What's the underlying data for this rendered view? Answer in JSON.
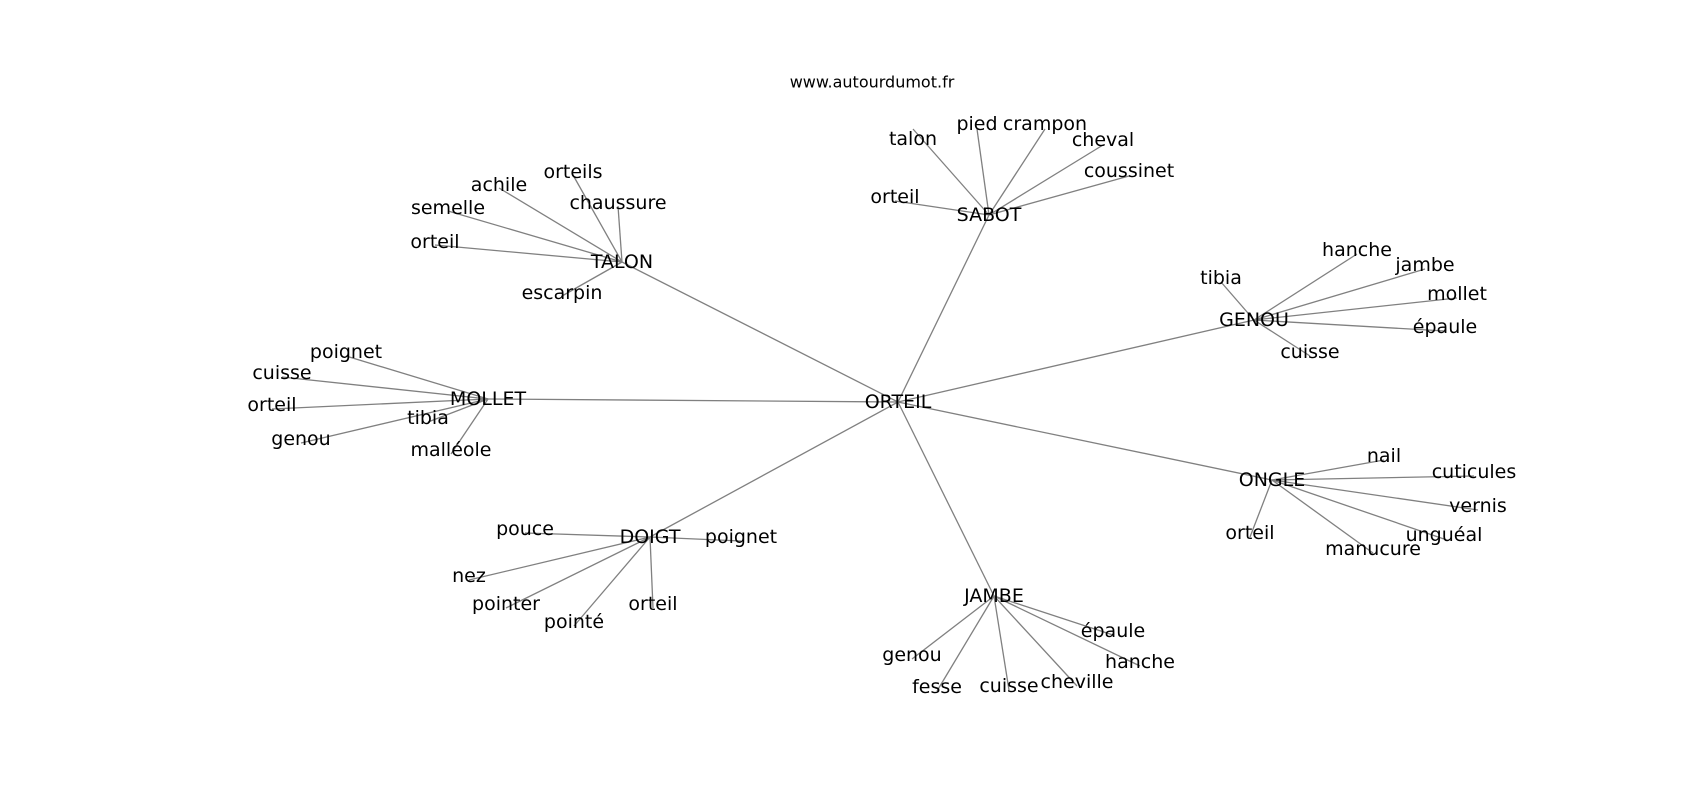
{
  "source": "www.autourdumot.fr",
  "graph": {
    "center": "ORTEIL",
    "hubs": [
      {
        "id": "talon",
        "label": "TALON",
        "leaves": [
          "orteils",
          "achile",
          "chaussure",
          "semelle",
          "orteil",
          "escarpin"
        ]
      },
      {
        "id": "sabot",
        "label": "SABOT",
        "leaves": [
          "talon",
          "pied",
          "crampon",
          "cheval",
          "coussinet",
          "orteil"
        ]
      },
      {
        "id": "genou",
        "label": "GENOU",
        "leaves": [
          "tibia",
          "hanche",
          "jambe",
          "mollet",
          "épaule",
          "cuisse"
        ]
      },
      {
        "id": "mollet",
        "label": "MOLLET",
        "leaves": [
          "poignet",
          "cuisse",
          "orteil",
          "tibia",
          "genou",
          "malléole"
        ]
      },
      {
        "id": "ongle",
        "label": "ONGLE",
        "leaves": [
          "nail",
          "cuticules",
          "vernis",
          "unguéal",
          "manucure",
          "orteil"
        ]
      },
      {
        "id": "doigt",
        "label": "DOIGT",
        "leaves": [
          "pouce",
          "poignet",
          "nez",
          "pointer",
          "pointé",
          "orteil"
        ]
      },
      {
        "id": "jambe",
        "label": "JAMBE",
        "leaves": [
          "épaule",
          "hanche",
          "genou",
          "fesse",
          "cuisse",
          "cheville"
        ]
      }
    ]
  }
}
